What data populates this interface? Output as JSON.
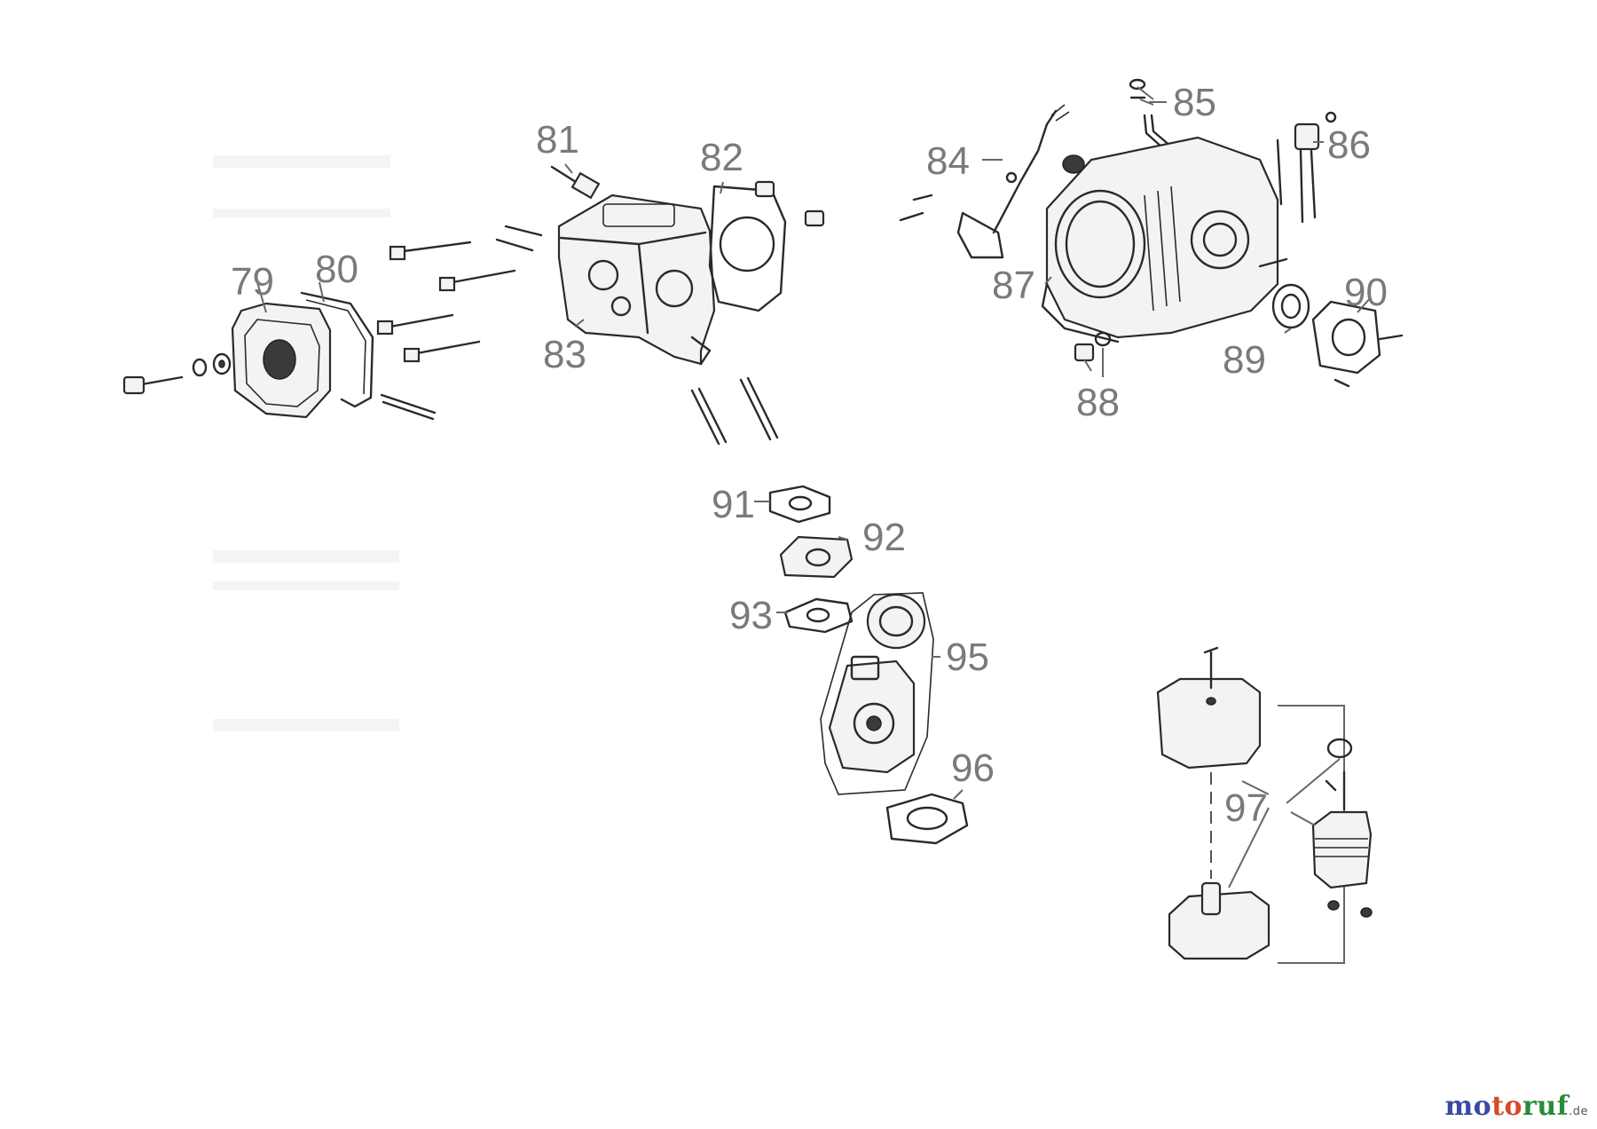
{
  "diagram": {
    "callouts": [
      {
        "id": "79",
        "label": "79"
      },
      {
        "id": "80",
        "label": "80"
      },
      {
        "id": "81",
        "label": "81"
      },
      {
        "id": "82",
        "label": "82"
      },
      {
        "id": "83",
        "label": "83"
      },
      {
        "id": "84",
        "label": "84"
      },
      {
        "id": "85",
        "label": "85"
      },
      {
        "id": "86",
        "label": "86"
      },
      {
        "id": "87",
        "label": "87"
      },
      {
        "id": "88",
        "label": "88"
      },
      {
        "id": "89",
        "label": "89"
      },
      {
        "id": "90",
        "label": "90"
      },
      {
        "id": "91",
        "label": "91"
      },
      {
        "id": "92",
        "label": "92"
      },
      {
        "id": "93",
        "label": "93"
      },
      {
        "id": "95",
        "label": "95"
      },
      {
        "id": "96",
        "label": "96"
      },
      {
        "id": "97",
        "label": "97"
      }
    ]
  },
  "watermark": {
    "text_part1": "mo",
    "text_part2": "to",
    "text_part3": "ruf",
    "tld": ".de",
    "colors": {
      "part1": "#3a4aa0",
      "part2": "#d44a2a",
      "part3": "#2a8a3a"
    }
  }
}
